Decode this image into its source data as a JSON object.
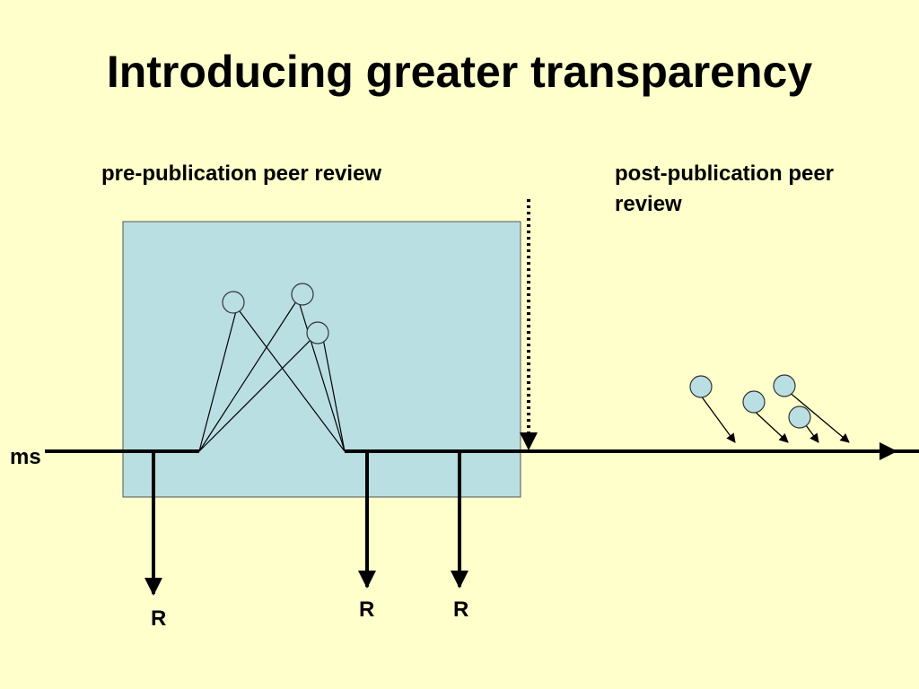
{
  "slide": {
    "title": "Introducing greater transparency"
  },
  "labels": {
    "pre_publication": "pre-publication peer review",
    "post_publication": "post-publication peer review",
    "timeline": "ms",
    "reviews": [
      "R",
      "R",
      "R"
    ]
  },
  "colors": {
    "background": "#ffffcc",
    "review_box": "#b9dfe3",
    "reviewer_circle": "#b9dfe3",
    "line": "#000000"
  }
}
